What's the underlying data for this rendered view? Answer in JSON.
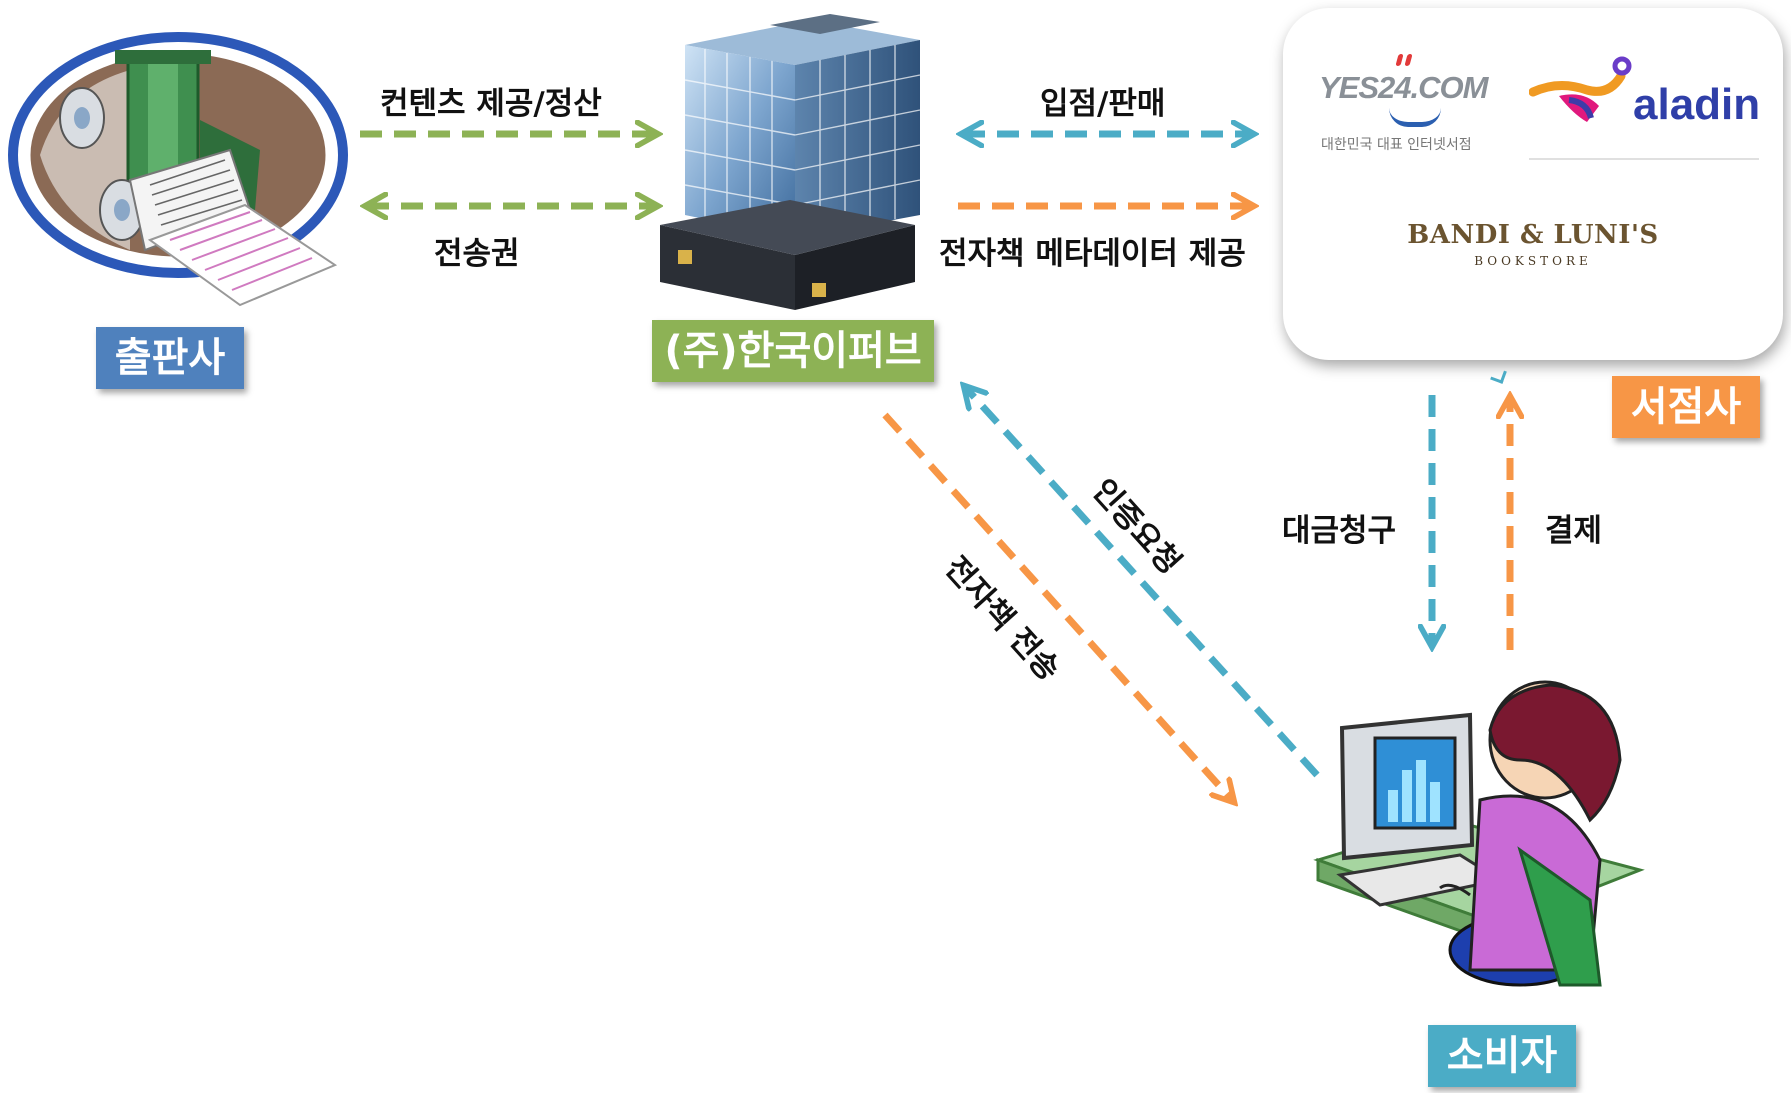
{
  "nodes": {
    "publisher": "출판사",
    "company": "(주)한국이퍼브",
    "bookstore": "서점사",
    "consumer": "소비자"
  },
  "edges": {
    "content_supply_settlement": "컨텐츠 제공/정산",
    "transmission_right": "전송권",
    "entry_sales": "입점/판매",
    "ebook_metadata_supply": "전자책 메타데이터 제공",
    "auth_request": "인증요청",
    "ebook_transmission": "전자책 전송",
    "billing": "대금청구",
    "payment": "결제"
  },
  "bookstores": {
    "yes24": {
      "name": "YES24.COM",
      "tagline": "대한민국 대표 인터넷서점"
    },
    "aladin": {
      "name": "aladin"
    },
    "bandi": {
      "name": "BANDI & LUNI'S",
      "sub": "BOOKSTORE"
    }
  },
  "colors": {
    "green": "#8db255",
    "blue": "#4bacc6",
    "orange": "#f79646",
    "publisher_label": "#4f81bd",
    "company_label": "#8db255",
    "bookstore_label": "#f79646",
    "consumer_label": "#4bacc6"
  }
}
